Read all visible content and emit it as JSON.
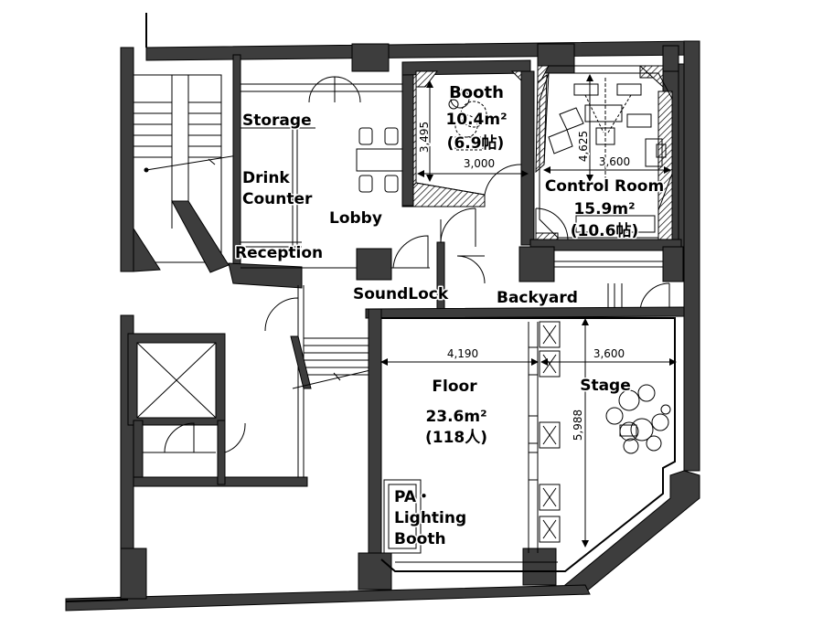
{
  "rooms": {
    "booth_name": "Booth",
    "booth_area": "10.4m²",
    "booth_tatami": "(6.9帖)",
    "control_name": "Control Room",
    "control_area": "15.9m²",
    "control_tatami": "(10.6帖)",
    "storage": "Storage",
    "drink_line1": "Drink",
    "drink_line2": "Counter",
    "lobby": "Lobby",
    "reception": "Reception",
    "soundlock": "SoundLock",
    "backyard": "Backyard",
    "floor_name": "Floor",
    "floor_area": "23.6m²",
    "floor_capacity": "(118人)",
    "stage": "Stage",
    "pa_line1": "PA・",
    "pa_line2": "Lighting",
    "pa_line3": "Booth"
  },
  "dimensions": {
    "booth_height": "3,495",
    "booth_width": "3,000",
    "control_height": "4,625",
    "control_width": "3,600",
    "floor_width": "4,190",
    "stage_width": "3,600",
    "stage_depth": "5,988"
  }
}
